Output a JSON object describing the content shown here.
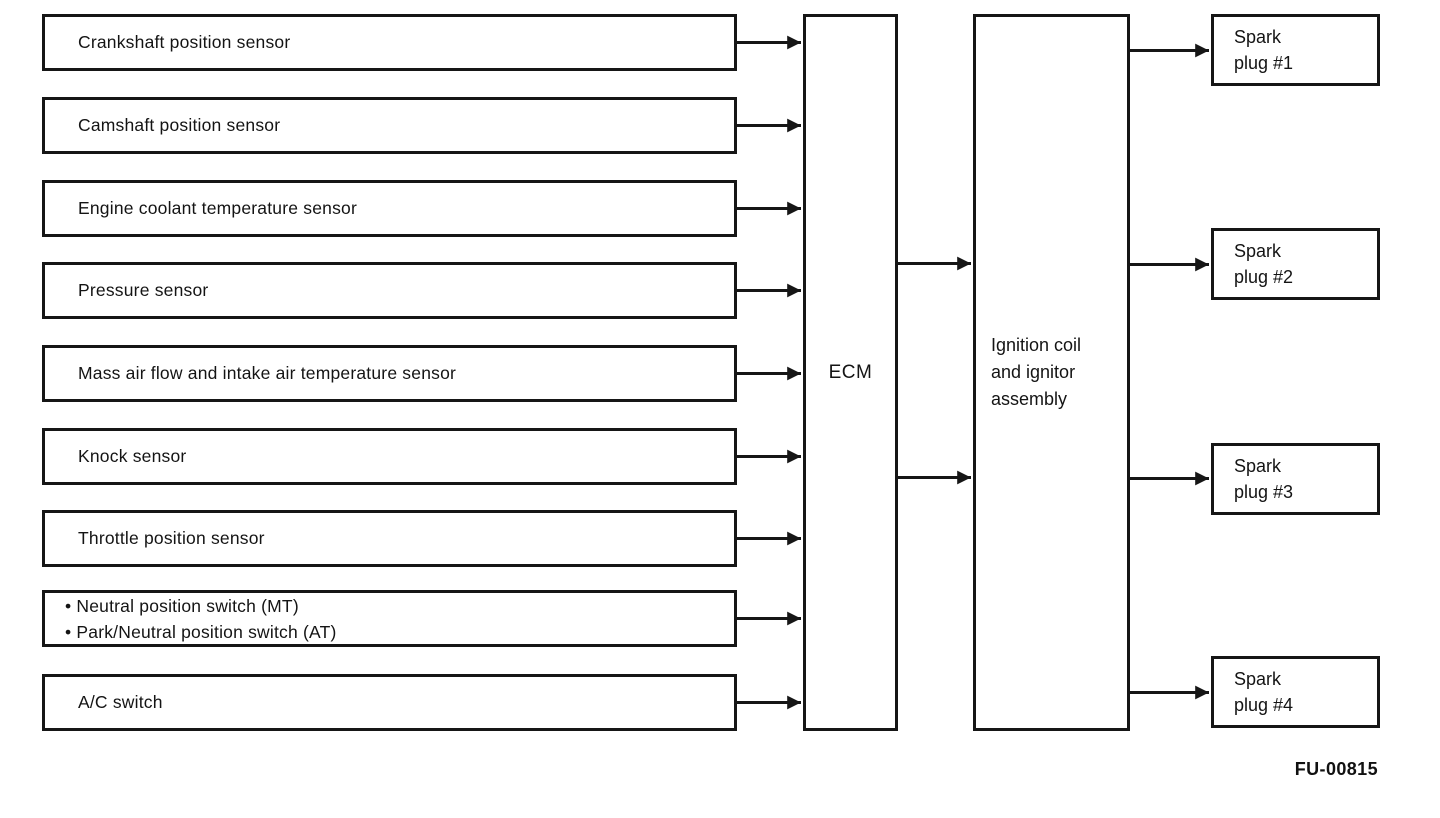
{
  "diagram": {
    "title_hidden": "",
    "inputs": [
      {
        "lines": [
          "Crankshaft position sensor"
        ]
      },
      {
        "lines": [
          "Camshaft position sensor"
        ]
      },
      {
        "lines": [
          "Engine coolant temperature sensor"
        ]
      },
      {
        "lines": [
          "Pressure sensor"
        ]
      },
      {
        "lines": [
          "Mass air flow and intake air temperature sensor"
        ]
      },
      {
        "lines": [
          "Knock sensor"
        ]
      },
      {
        "lines": [
          "Throttle position sensor"
        ]
      },
      {
        "lines": [
          "• Neutral position switch (MT)",
          "• Park/Neutral position switch (AT)"
        ]
      },
      {
        "lines": [
          "A/C switch"
        ]
      }
    ],
    "ecm": {
      "label": "ECM"
    },
    "ignition": {
      "lines": [
        "Ignition coil",
        "and ignitor",
        "assembly"
      ]
    },
    "outputs": [
      {
        "lines": [
          "Spark",
          "plug #1"
        ]
      },
      {
        "lines": [
          "Spark",
          "plug #2"
        ]
      },
      {
        "lines": [
          "Spark",
          "plug #3"
        ]
      },
      {
        "lines": [
          "Spark",
          "plug #4"
        ]
      }
    ],
    "figure_code": "FU-00815",
    "colors": {
      "line": "#161616",
      "background": "#ffffff",
      "text": "#141414"
    }
  }
}
